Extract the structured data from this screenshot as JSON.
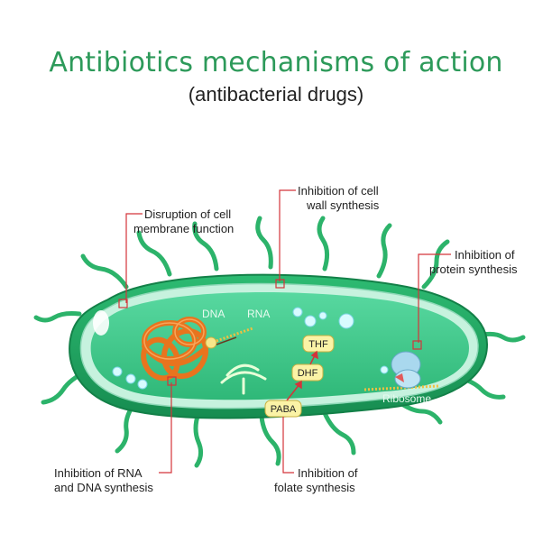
{
  "title": "Antibiotics mechanisms of action",
  "subtitle": "(antibacterial drugs)",
  "labels": {
    "membrane": [
      "Disruption of cell",
      "membrane function"
    ],
    "wall": [
      "Inhibition of cell",
      "wall synthesis"
    ],
    "protein": [
      "Inhibition of",
      "protein synthesis"
    ],
    "nucleic": [
      "Inhibition of RNA",
      "and DNA synthesis"
    ],
    "folate": [
      "Inhibition of",
      "folate synthesis"
    ]
  },
  "inner": {
    "dna": "DNA",
    "rna": "RNA",
    "ribosome": "Ribosome"
  },
  "chem": {
    "thf": "THF",
    "dhf": "DHF",
    "paba": "PABA"
  },
  "colors": {
    "title": "#2d9a5a",
    "cytoplasm": "#3ec98a",
    "membrane": "#bff0dc",
    "wall": "#1fa862",
    "leader": "#d4343a",
    "dna": "#e8741e",
    "chem_box": "#fbf3a6"
  }
}
